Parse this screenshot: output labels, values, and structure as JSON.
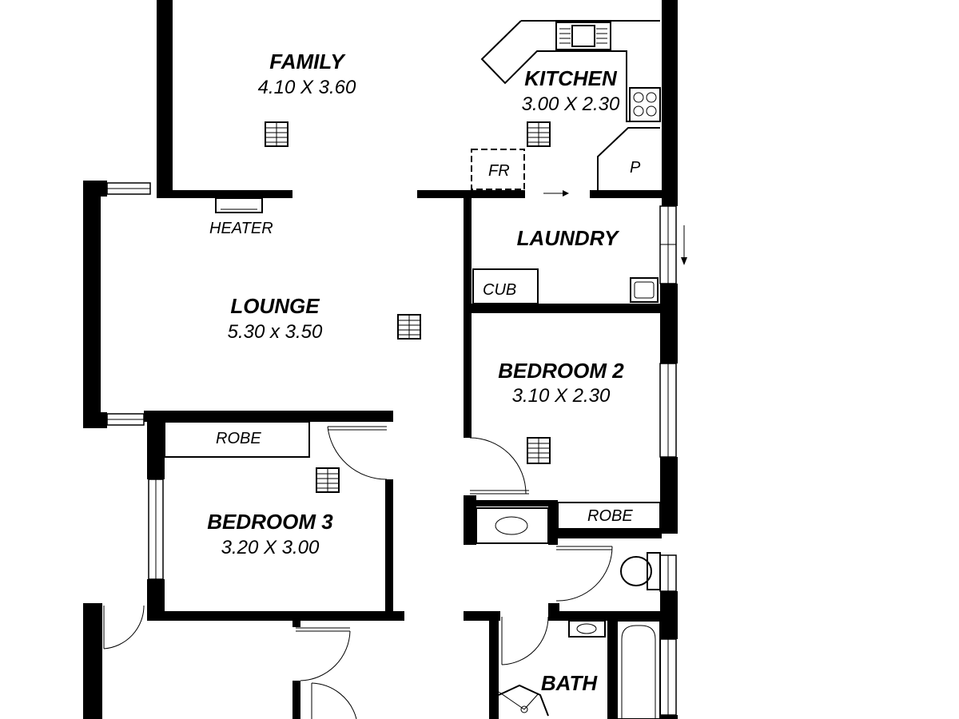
{
  "rooms": {
    "family": {
      "name": "FAMILY",
      "dims": "4.10 X 3.60"
    },
    "kitchen": {
      "name": "KITCHEN",
      "dims": "3.00 X 2.30"
    },
    "laundry": {
      "name": "LAUNDRY"
    },
    "lounge": {
      "name": "LOUNGE",
      "dims": "5.30 x 3.50"
    },
    "bedroom2": {
      "name": "BEDROOM 2",
      "dims": "3.10 X 2.30"
    },
    "bedroom3": {
      "name": "BEDROOM 3",
      "dims": "3.20 X 3.00"
    },
    "bath": {
      "name": "BATH"
    }
  },
  "labels": {
    "heater": "HEATER",
    "fridge": "FR",
    "pantry": "P",
    "cupboard": "CUB",
    "robe_bed3": "ROBE",
    "robe_bed2": "ROBE"
  }
}
